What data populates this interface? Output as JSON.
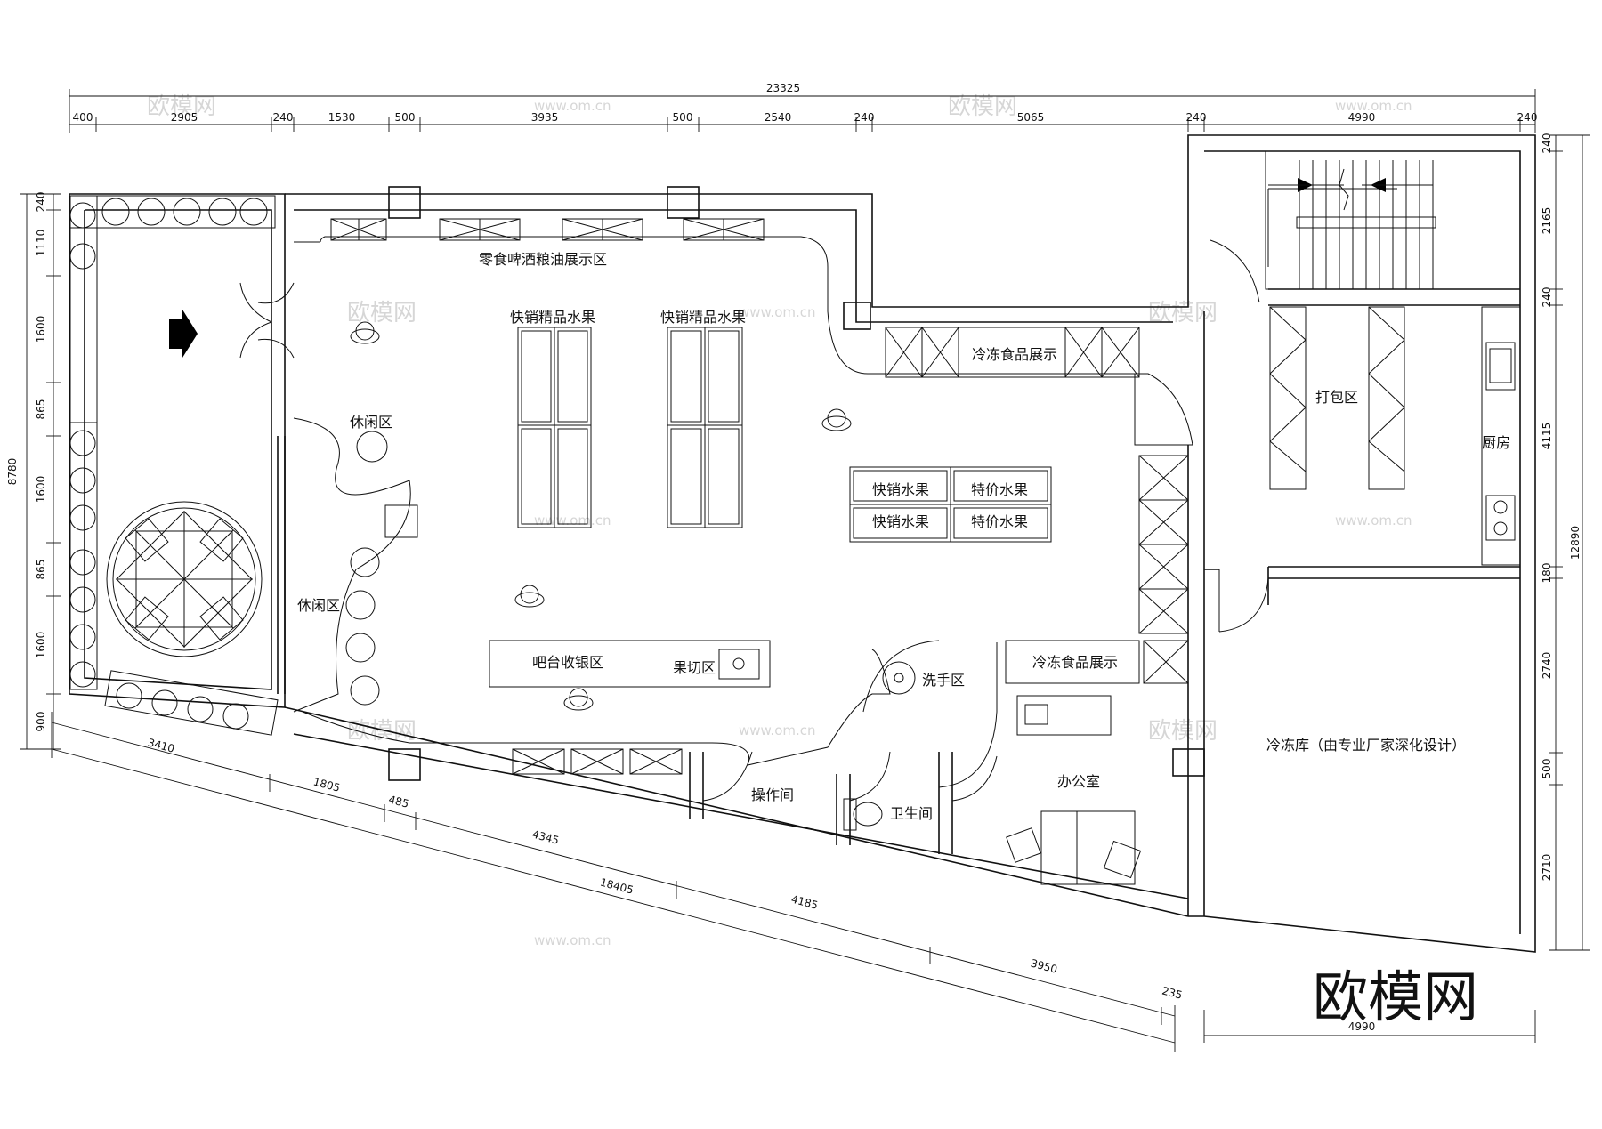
{
  "diagram": {
    "labels": {
      "snack_display": "零食啤酒粮油展示区",
      "fruit_a": "快销精品水果",
      "fruit_b": "快销精品水果",
      "frozen_1": "冷冻食品展示",
      "frozen_2": "冷冻食品展示",
      "leisure_1": "休闲区",
      "leisure_2": "休闲区",
      "fast_1": "快销水果",
      "fast_2": "快销水果",
      "special_1": "特价水果",
      "special_2": "特价水果",
      "bar": "吧台收银区",
      "cut": "果切区",
      "wash": "洗手区",
      "operation": "操作间",
      "toilet": "卫生间",
      "office": "办公室",
      "packing": "打包区",
      "kitchen": "厨房",
      "cold_storage": "冷冻库（由专业厂家深化设计）"
    },
    "dimensions": {
      "total_top": "23325",
      "top": [
        "400",
        "2905",
        "240",
        "1530",
        "500",
        "3935",
        "500",
        "2540",
        "240",
        "5065",
        "240",
        "4990",
        "240"
      ],
      "left_total": "8780",
      "left": [
        "240",
        "1110",
        "1600",
        "865",
        "1600",
        "865",
        "1600",
        "900"
      ],
      "right_total": "12890",
      "right": [
        "240",
        "2165",
        "240",
        "4115",
        "180",
        "2740",
        "500",
        "2710"
      ],
      "slant": [
        "3410",
        "1805",
        "485",
        "4345",
        "4185",
        "3950",
        "235"
      ],
      "slant_total": "18405",
      "bottom_right": "4990"
    },
    "watermark": {
      "brand": "欧模网",
      "url": "www.om.cn"
    }
  }
}
